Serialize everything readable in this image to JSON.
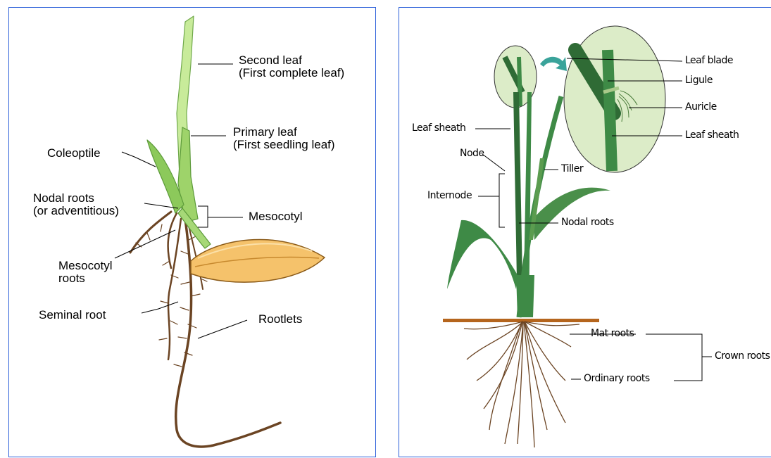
{
  "left_diagram": {
    "labels": {
      "second_leaf": "Second leaf\n(First complete leaf)",
      "primary_leaf": "Primary leaf\n(First seedling leaf)",
      "coleoptile": "Coleoptile",
      "nodal_roots": "Nodal roots\n(or adventitious)",
      "mesocotyl": "Mesocotyl",
      "mesocotyl_roots": "Mesocotyl\nroots",
      "seminal_root": "Seminal root",
      "rootlets": "Rootlets"
    }
  },
  "right_diagram": {
    "labels": {
      "leaf_blade": "Leaf blade",
      "ligule": "Ligule",
      "auricle": "Auricle",
      "leaf_sheath_inset": "Leaf sheath",
      "leaf_sheath": "Leaf sheath",
      "node": "Node",
      "tiller": "Tiller",
      "internode": "Internode",
      "nodal_roots": "Nodal roots",
      "mat_roots": "Mat roots",
      "ordinary_roots": "Ordinary roots",
      "crown_roots": "Crown roots"
    }
  },
  "colors": {
    "panel_border": "#2b5fd9",
    "leaf_light": "#9ed36a",
    "stem_dark": "#2f6b35",
    "root_brown": "#6b4423",
    "seed": "#f5c26b",
    "soil": "#b5651d",
    "inset_fill": "#dcecc8",
    "arrow_teal": "#3aa39a"
  }
}
